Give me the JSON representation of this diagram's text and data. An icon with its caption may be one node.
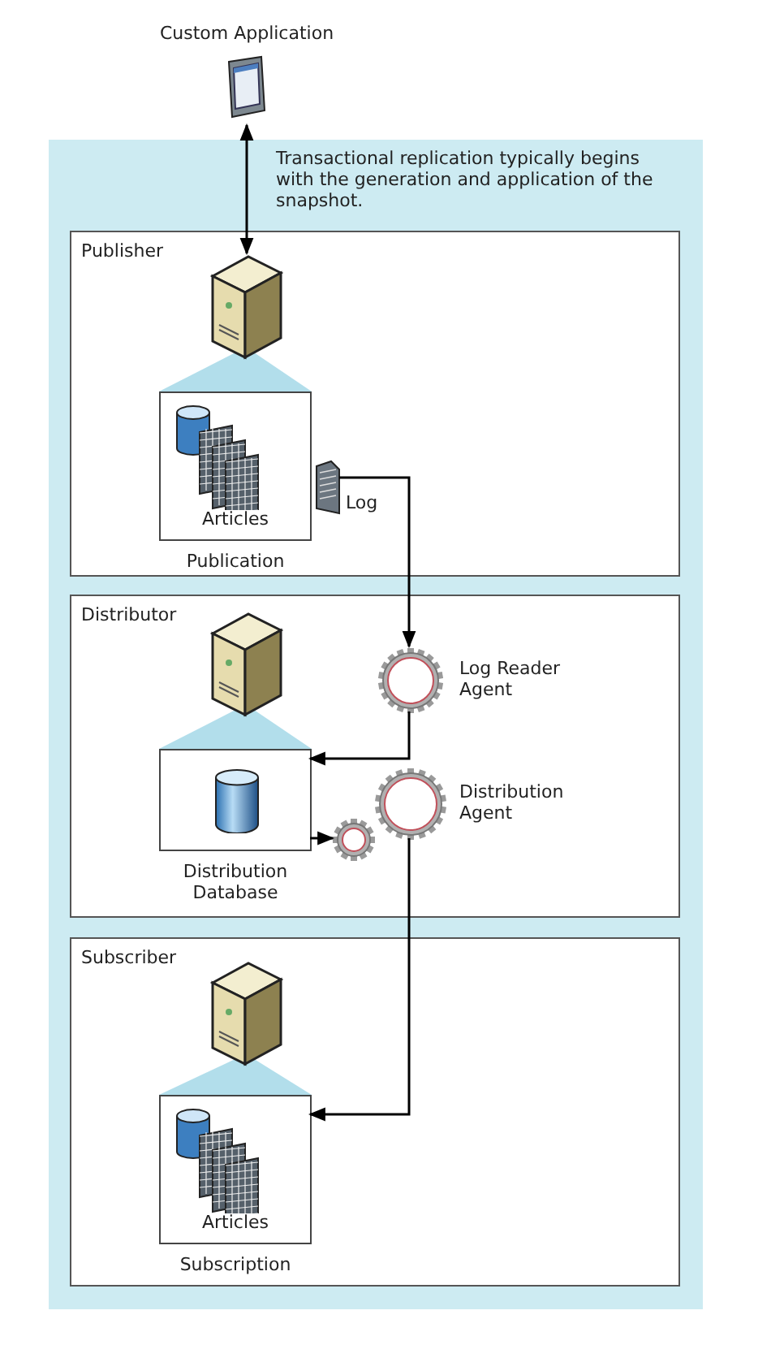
{
  "diagram": {
    "nodes": [
      {
        "text": [
          "Custom Application"
        ]
      },
      {
        "text": [
          "Transactional replication typically begins with the generation and application of the snapshot."
        ]
      },
      {
        "text": [
          "Publisher"
        ],
        "in": 1
      },
      {
        "text": [],
        "shape": "picture",
        "in": 2
      },
      {
        "text": [
          "Articles"
        ],
        "beside": [
          "Publication"
        ],
        "in": 2
      },
      {
        "text": [
          "Log"
        ],
        "in": 2
      },
      {
        "text": [
          "Distributor"
        ],
        "in": 1
      },
      {
        "text": [],
        "shape": "picture",
        "in": 6
      },
      {
        "text": [
          "Log Reader Agent"
        ],
        "in": 6
      },
      {
        "text": [],
        "shape": "box",
        "beside": [
          "Distribution Database"
        ],
        "in": 6
      },
      {
        "text": [
          "Distribution Agent"
        ],
        "in": 6
      },
      {
        "text": [
          "Subscriber"
        ],
        "in": 1
      },
      {
        "text": [],
        "shape": "picture",
        "in": 11
      },
      {
        "text": [
          "Articles"
        ],
        "beside": [
          "Subscription"
        ],
        "in": 11
      }
    ],
    "edges": [
      {
        "from": 0,
        "to": 3,
        "arrow": "both"
      },
      {
        "from": 5,
        "to": 8,
        "arrow": "to"
      },
      {
        "from": 8,
        "to": 9,
        "arrow": "to"
      },
      {
        "from": 9,
        "to": 10,
        "arrow": "to"
      },
      {
        "from": 10,
        "to": 13,
        "arrow": "to"
      }
    ]
  }
}
